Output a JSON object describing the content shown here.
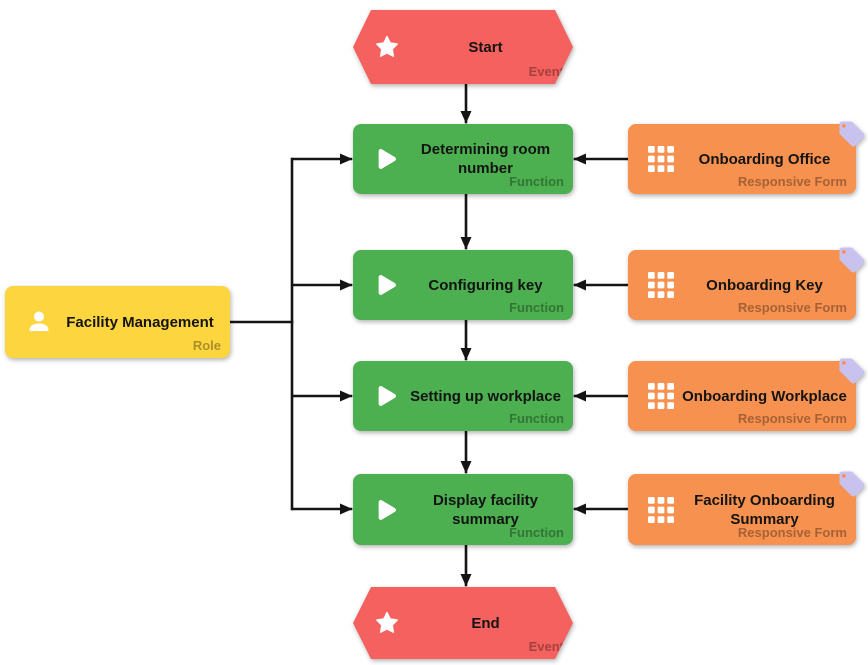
{
  "colors": {
    "event": "#F4615E",
    "function": "#4CAF50",
    "form": "#F79150",
    "role": "#FDD63F",
    "tag": "#C9C2EF",
    "connector": "#141414"
  },
  "nodes": {
    "start": {
      "label": "Start",
      "type": "Event"
    },
    "end": {
      "label": "End",
      "type": "Event"
    },
    "role": {
      "label": "Facility Management",
      "type": "Role"
    },
    "functions": [
      {
        "label": "Determining room number",
        "type": "Function"
      },
      {
        "label": "Configuring key",
        "type": "Function"
      },
      {
        "label": "Setting up workplace",
        "type": "Function"
      },
      {
        "label": "Display facility summary",
        "type": "Function"
      }
    ],
    "forms": [
      {
        "label": "Onboarding Office",
        "type": "Responsive Form"
      },
      {
        "label": "Onboarding Key",
        "type": "Responsive Form"
      },
      {
        "label": "Onboarding Workplace",
        "type": "Responsive Form"
      },
      {
        "label": "Facility Onboarding Summary",
        "type": "Responsive Form"
      }
    ]
  },
  "icons": {
    "event": "star-icon",
    "function": "play-icon",
    "form": "grid-icon",
    "role": "person-icon",
    "form_badge": "tag-icon"
  }
}
